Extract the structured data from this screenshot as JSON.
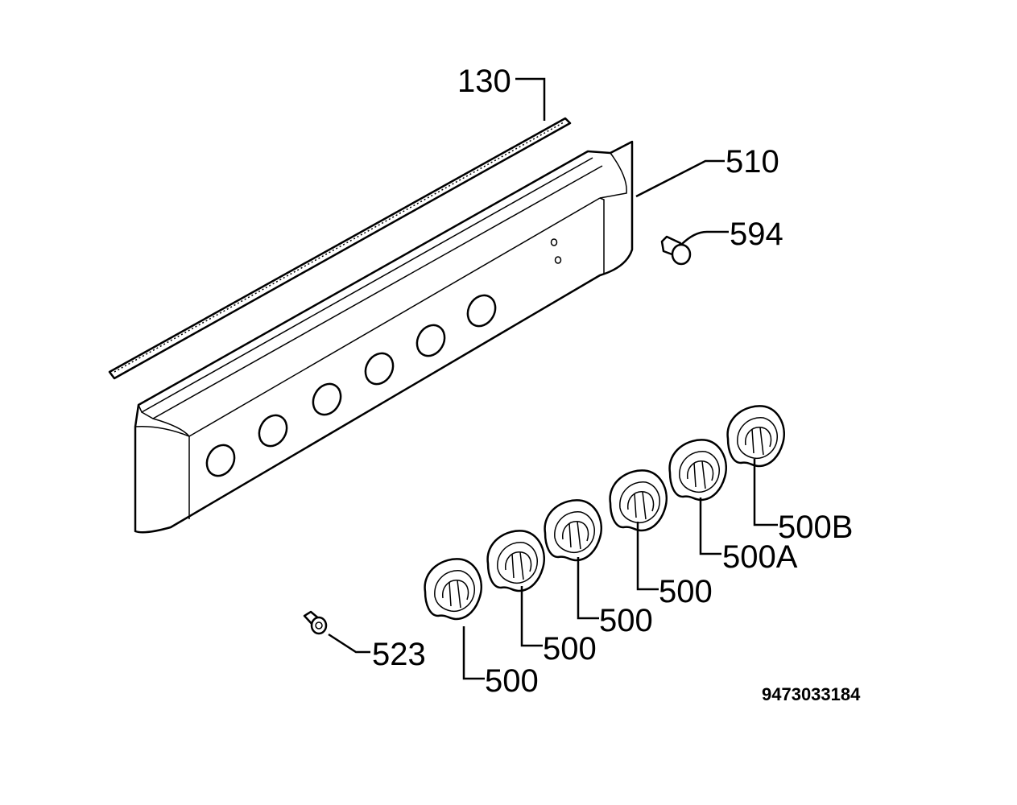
{
  "parts": [
    {
      "id": "gasket",
      "label": "130"
    },
    {
      "id": "control-panel",
      "label": "510"
    },
    {
      "id": "indicator-lens",
      "label": "594"
    },
    {
      "id": "knob-6",
      "label": "500B"
    },
    {
      "id": "knob-5",
      "label": "500A"
    },
    {
      "id": "knob-4",
      "label": "500"
    },
    {
      "id": "knob-3",
      "label": "500"
    },
    {
      "id": "knob-2",
      "label": "500"
    },
    {
      "id": "knob-1",
      "label": "500"
    },
    {
      "id": "screw",
      "label": "523"
    }
  ],
  "document_number": "9473033184"
}
